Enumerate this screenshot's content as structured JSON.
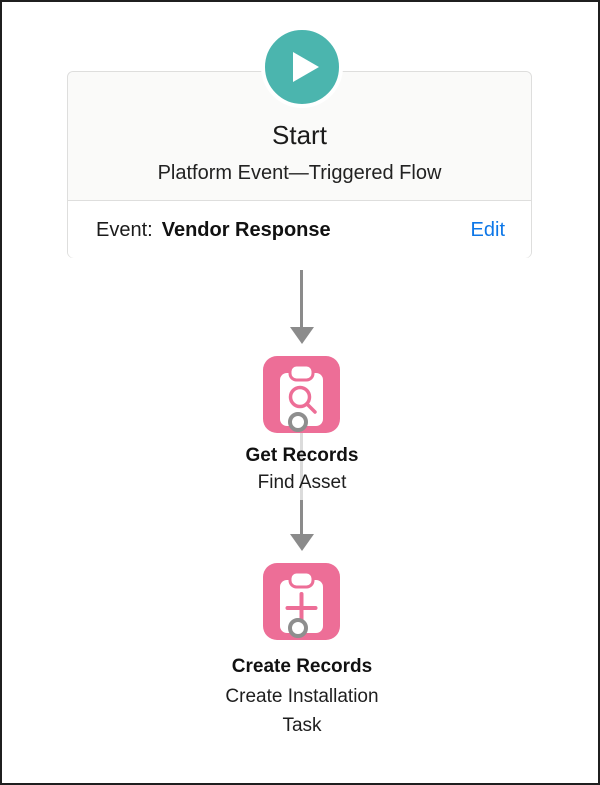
{
  "colors": {
    "start_teal": "#4BB5AE",
    "node_pink": "#ED6E97",
    "arrow_gray": "#8B8B8B",
    "connector_light_gray": "#DBDBDB",
    "connection_point_ring": "#8E8E8E",
    "card_top_background": "#FAFAF9",
    "card_border": "#DEDEDD",
    "edit_link_blue": "#0D77E8",
    "text": "#1B1B1B"
  },
  "start": {
    "icon": "play-icon",
    "title": "Start",
    "subtitle": "Platform Event—Triggered Flow",
    "event_label": "Event:",
    "event_value": "Vendor Response",
    "edit_label": "Edit"
  },
  "nodes": [
    {
      "icon": "record-lookup-icon",
      "label": "Get Records",
      "description": "Find Asset"
    },
    {
      "icon": "record-create-icon",
      "label": "Create Records",
      "description": "Create Installation Task"
    }
  ]
}
